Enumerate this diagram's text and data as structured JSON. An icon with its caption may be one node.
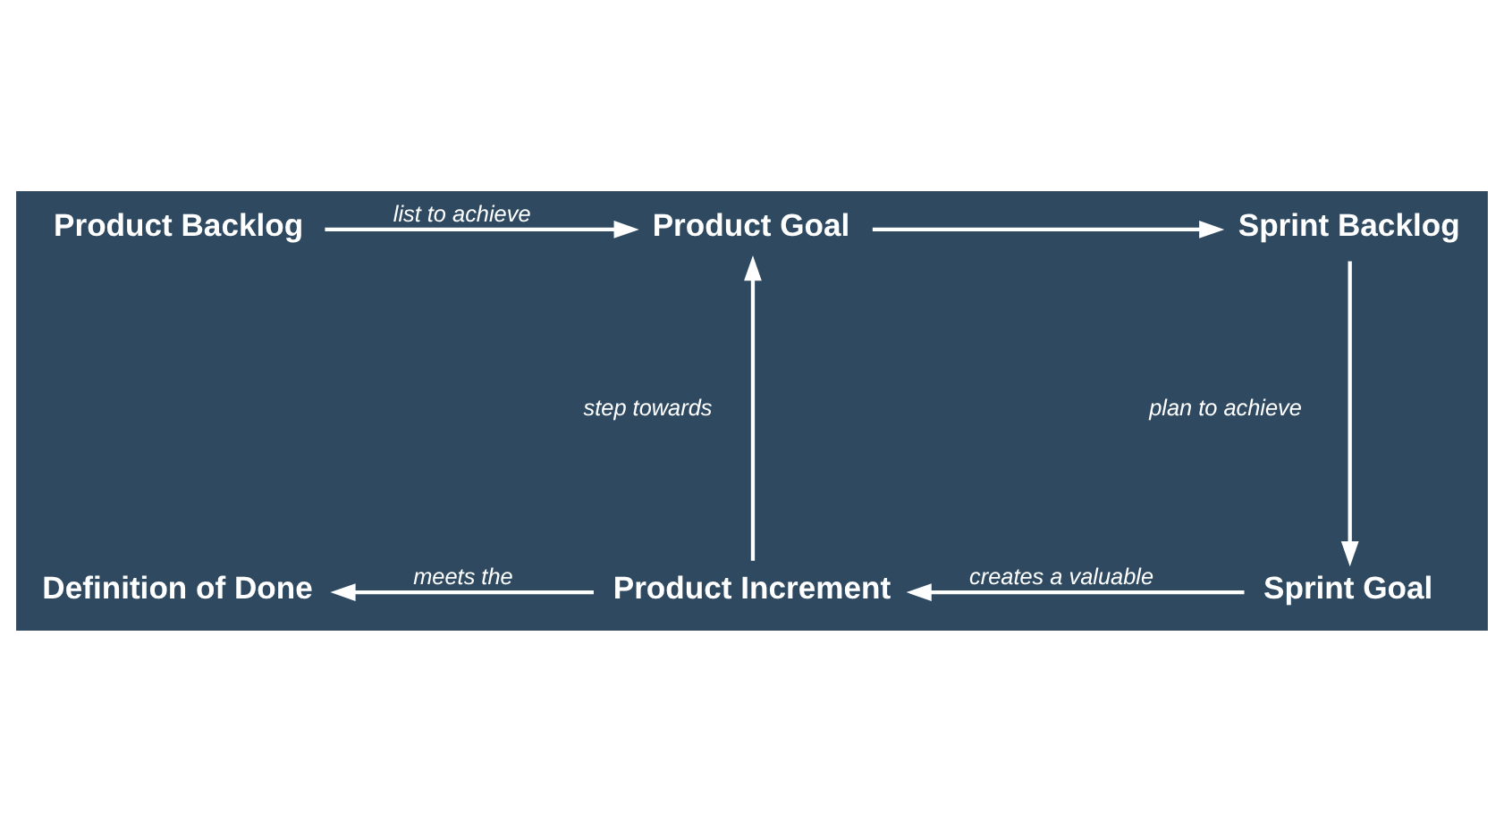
{
  "diagram": {
    "nodes": [
      {
        "text": [
          "Product Backlog"
        ]
      },
      {
        "text": [
          "Product Goal"
        ]
      },
      {
        "text": [
          "Sprint Backlog"
        ]
      },
      {
        "text": [
          "Definition of Done"
        ]
      },
      {
        "text": [
          "Product Increment"
        ]
      },
      {
        "text": [
          "Sprint Goal"
        ]
      }
    ],
    "edges": [
      {
        "from": 0,
        "to": 1,
        "arrow": "to",
        "label": "list to achieve"
      },
      {
        "from": 1,
        "to": 2,
        "arrow": "to"
      },
      {
        "from": 2,
        "to": 5,
        "arrow": "to",
        "label": "plan to achieve"
      },
      {
        "from": 5,
        "to": 4,
        "arrow": "to",
        "label": "creates a valuable"
      },
      {
        "from": 4,
        "to": 1,
        "arrow": "to",
        "label": "step towards"
      },
      {
        "from": 4,
        "to": 3,
        "arrow": "to",
        "label": "meets the"
      }
    ]
  }
}
